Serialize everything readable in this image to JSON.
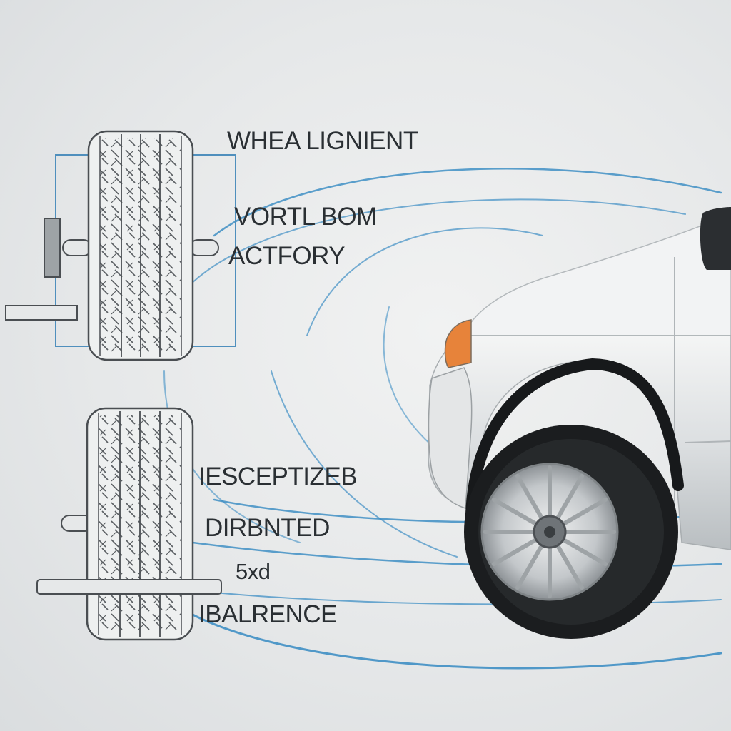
{
  "labels": {
    "title": "WHEA LIGNIENT",
    "line2": "VORTL BOM",
    "line3": "ACTFORY",
    "line4": "IESCEPTIZEB",
    "line5": "DIRBNTED",
    "line6": "5xd",
    "line7": "IBALRENCE"
  },
  "colors": {
    "background": "#e6e8e9",
    "tire_line": "#4a4e52",
    "accent_blue": "#3f8fc4",
    "vehicle_body": "#dfe2e4",
    "tire_rubber": "#1b1d1f",
    "rim": "#c9ccce",
    "signal_light": "#e7833a"
  },
  "icons": {
    "tire_schematic_top": "tire-tread-icon",
    "tire_schematic_bottom": "tire-tread-icon",
    "vehicle": "suv-front-icon"
  }
}
